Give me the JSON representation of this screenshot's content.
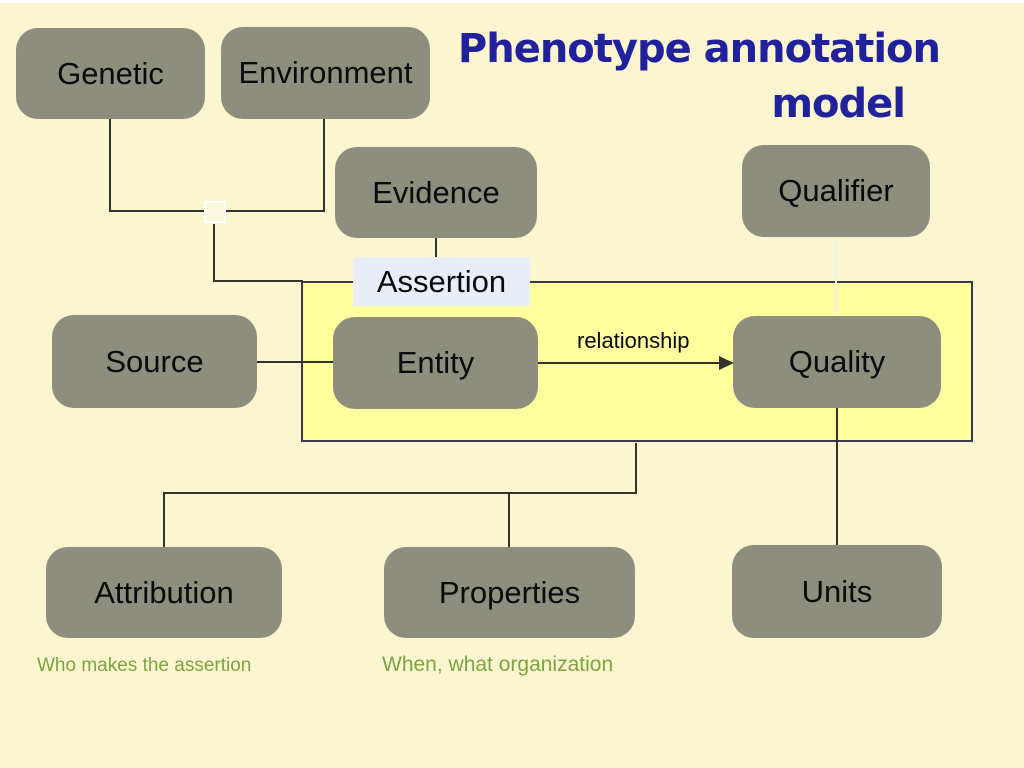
{
  "slide": {
    "title_line1": "Phenotype annotation",
    "title_line2": "model"
  },
  "nodes": {
    "genetic": {
      "label": "Genetic"
    },
    "environment": {
      "label": "Environment"
    },
    "evidence": {
      "label": "Evidence"
    },
    "qualifier": {
      "label": "Qualifier"
    },
    "source": {
      "label": "Source"
    },
    "entity": {
      "label": "Entity"
    },
    "quality": {
      "label": "Quality"
    },
    "attribution": {
      "label": "Attribution"
    },
    "properties": {
      "label": "Properties"
    },
    "units": {
      "label": "Units"
    }
  },
  "assertion": {
    "label": "Assertion"
  },
  "edges": {
    "relationship_label": "relationship"
  },
  "notes": {
    "attribution": "Who makes the assertion",
    "properties": "When, what organization"
  },
  "colors": {
    "background": "#FBF6CF",
    "node_fill": "#8E8E7E",
    "node_text": "#0A0A0A",
    "assertion_box_fill": "#FFFF9E",
    "assertion_box_border": "#383850",
    "assertion_label_bg": "#E9EDF7",
    "title_text": "#21219C",
    "note_text": "#7FA341",
    "connector": "#33332A",
    "qualifier_connector": "#F2F2E6"
  }
}
